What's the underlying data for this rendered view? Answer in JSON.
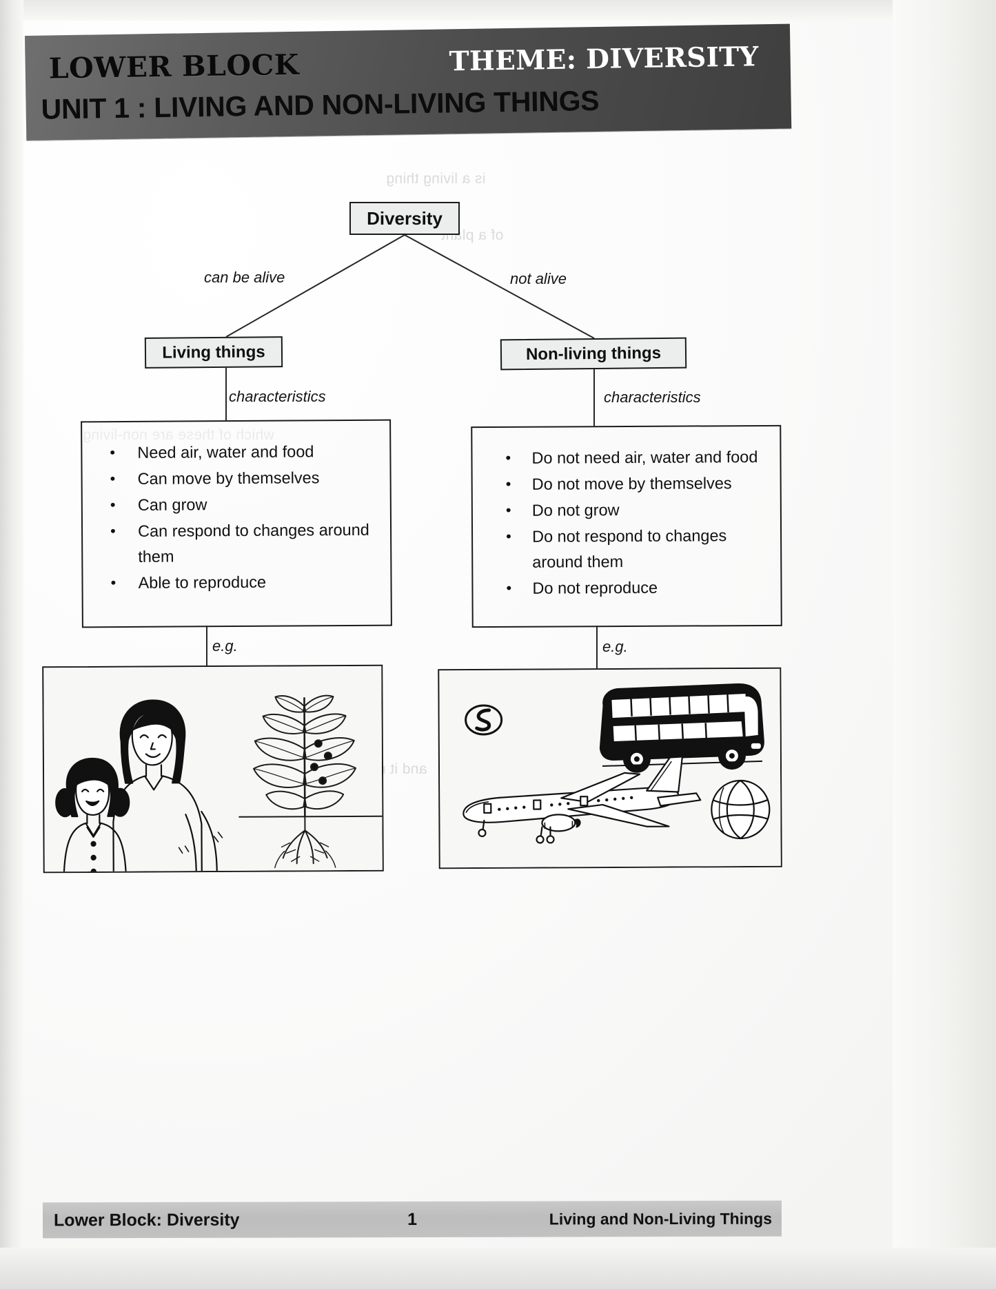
{
  "header": {
    "left_title": "LOWER BLOCK",
    "right_title": "THEME: DIVERSITY",
    "unit_title": "UNIT 1 : LIVING AND NON-LIVING THINGS"
  },
  "diagram": {
    "root": {
      "label": "Diversity"
    },
    "branch_labels": {
      "left": "can be alive",
      "right": "not alive"
    },
    "nodes": {
      "left": {
        "label": "Living things"
      },
      "right": {
        "label": "Non-living  things"
      }
    },
    "characteristics_label": "characteristics",
    "example_label": "e.g.",
    "living_characteristics": [
      "Need air, water and food",
      "Can move by themselves",
      "Can grow",
      "Can respond to changes around them",
      "Able to reproduce"
    ],
    "nonliving_characteristics": [
      "Do not need air, water and food",
      "Do not move by themselves",
      "Do not grow",
      "Do not respond to changes around them",
      "Do not reproduce"
    ],
    "living_examples": [
      "girl-and-woman-illustration",
      "plant-with-roots-illustration"
    ],
    "nonliving_examples": [
      "logo-emblem-illustration",
      "double-decker-bus-illustration",
      "airplane-illustration",
      "ball-illustration"
    ]
  },
  "footer": {
    "left": "Lower Block:  Diversity",
    "page_number": "1",
    "right": "Living and Non-Living Things"
  },
  "bleed_through": [
    "is a living thing",
    "of a plant",
    "which of these are non-living",
    "and it responds"
  ],
  "colors": {
    "banner": "#4e4e4e",
    "node_fill": "#eceded",
    "ink": "#111111",
    "footer_bar": "#c2c2c2"
  }
}
